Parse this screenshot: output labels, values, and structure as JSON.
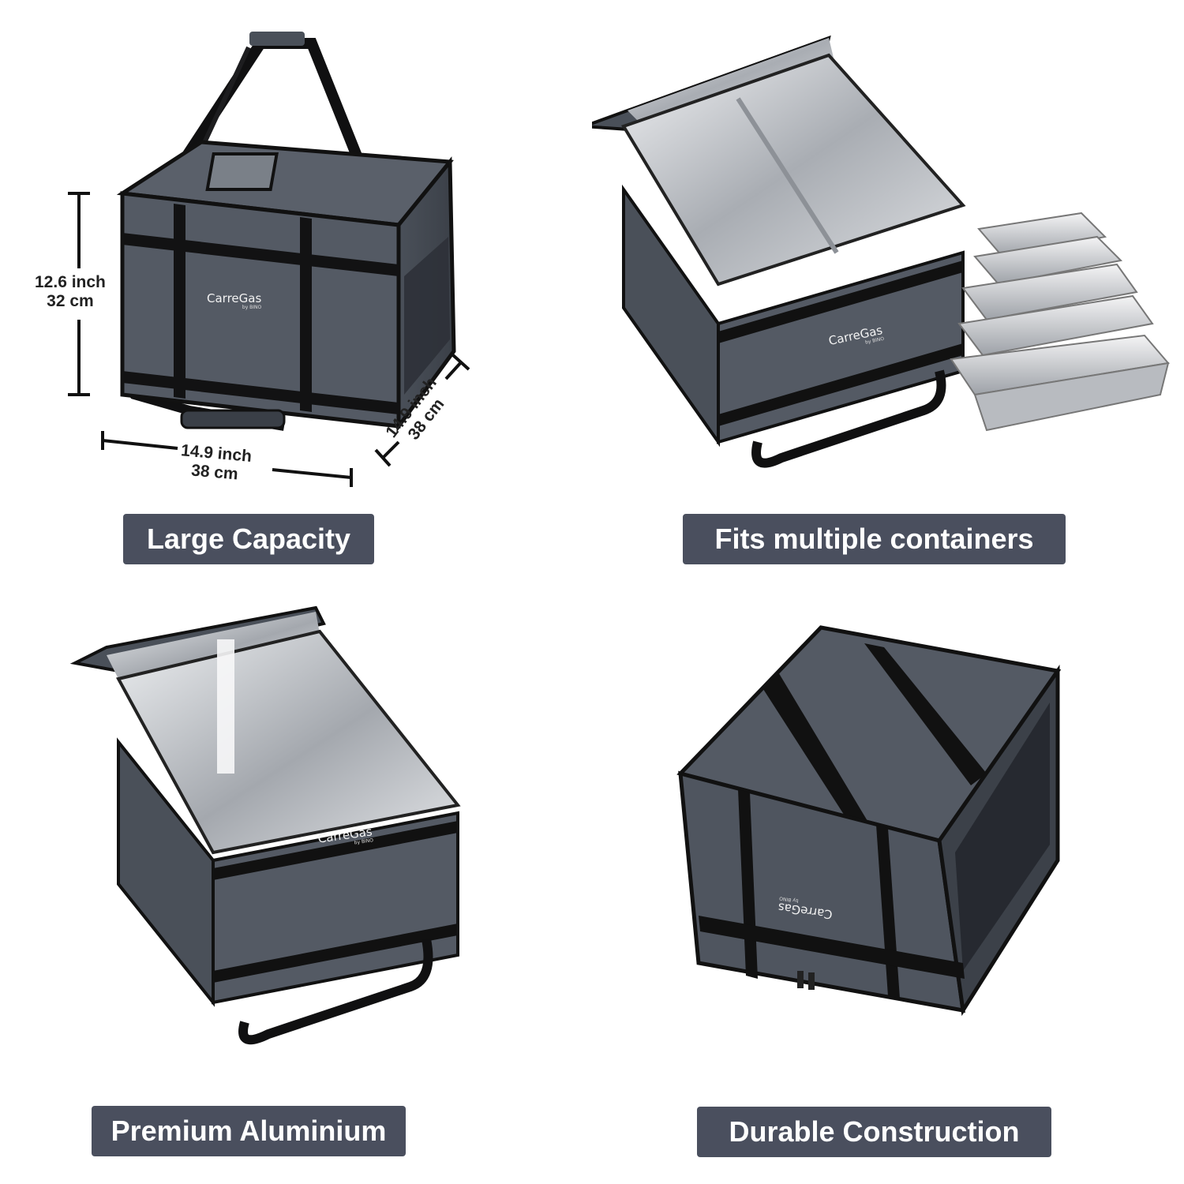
{
  "colors": {
    "bag_body": "#545a64",
    "bag_dark": "#3f444d",
    "strap": "#0f0f10",
    "foil": "#c9ccd1",
    "badge_bg": "#4a4f5e",
    "badge_text": "#ffffff"
  },
  "panels": [
    {
      "badge": "Large Capacity",
      "brand": "CarreGas",
      "brand_by": "by BINO",
      "dimensions": {
        "height": {
          "imperial": "12.6 inch",
          "metric": "32 cm"
        },
        "width": {
          "imperial": "14.9 inch",
          "metric": "38 cm"
        },
        "depth": {
          "imperial": "14.9 inch",
          "metric": "38 cm"
        }
      }
    },
    {
      "badge": "Fits multiple containers",
      "brand": "CarreGas",
      "brand_by": "by BINO"
    },
    {
      "badge": "Premium Aluminium",
      "brand": "CarreGas",
      "brand_by": "by BINO"
    },
    {
      "badge": "Durable Construction",
      "brand": "CarreGas",
      "brand_by": "by BINO"
    }
  ]
}
